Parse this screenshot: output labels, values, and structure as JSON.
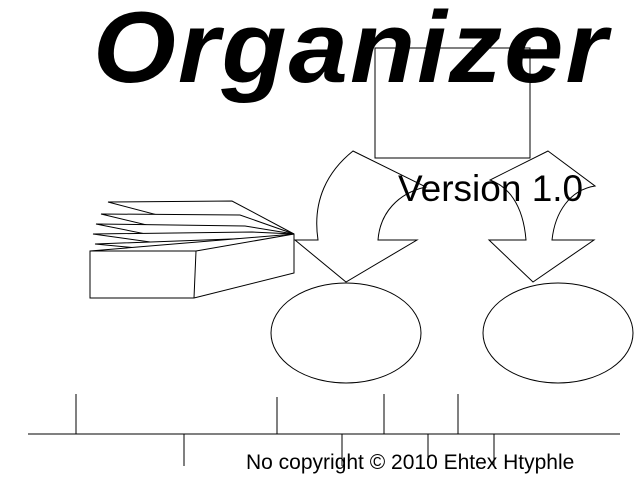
{
  "splash": {
    "title": "Organizer",
    "version": "Version 1.0",
    "copyright": "No copyright © 2010 Ehtex Htyphle"
  },
  "icons": {
    "document_stack": "document-stack-icon",
    "box": "flowchart-box",
    "arrow_left": "curved-arrow-left",
    "arrow_right": "curved-arrow-right",
    "ellipse_left": "ellipse-left",
    "ellipse_right": "ellipse-right",
    "timeline": "timeline-ruler"
  },
  "colors": {
    "background": "#ffffff",
    "ink": "#000000"
  }
}
